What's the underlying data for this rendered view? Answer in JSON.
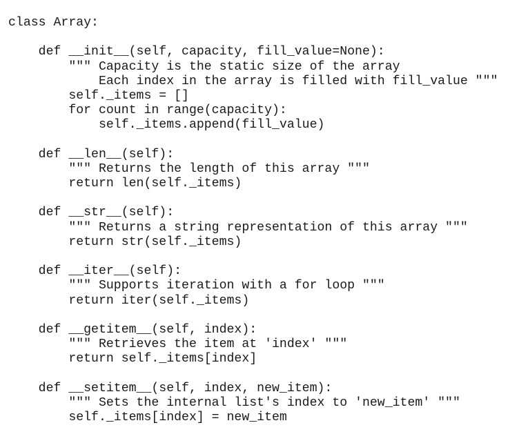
{
  "code_lines": [
    "class Array:",
    "",
    "    def __init__(self, capacity, fill_value=None):",
    "        \"\"\" Capacity is the static size of the array",
    "            Each index in the array is filled with fill_value \"\"\"",
    "        self._items = []",
    "        for count in range(capacity):",
    "            self._items.append(fill_value)",
    "",
    "    def __len__(self):",
    "        \"\"\" Returns the length of this array \"\"\"",
    "        return len(self._items)",
    "",
    "    def __str__(self):",
    "        \"\"\" Returns a string representation of this array \"\"\"",
    "        return str(self._items)",
    "",
    "    def __iter__(self):",
    "        \"\"\" Supports iteration with a for loop \"\"\"",
    "        return iter(self._items)",
    "",
    "    def __getitem__(self, index):",
    "        \"\"\" Retrieves the item at 'index' \"\"\"",
    "        return self._items[index]",
    "",
    "    def __setitem__(self, index, new_item):",
    "        \"\"\" Sets the internal list's index to 'new_item' \"\"\"",
    "        self._items[index] = new_item"
  ]
}
